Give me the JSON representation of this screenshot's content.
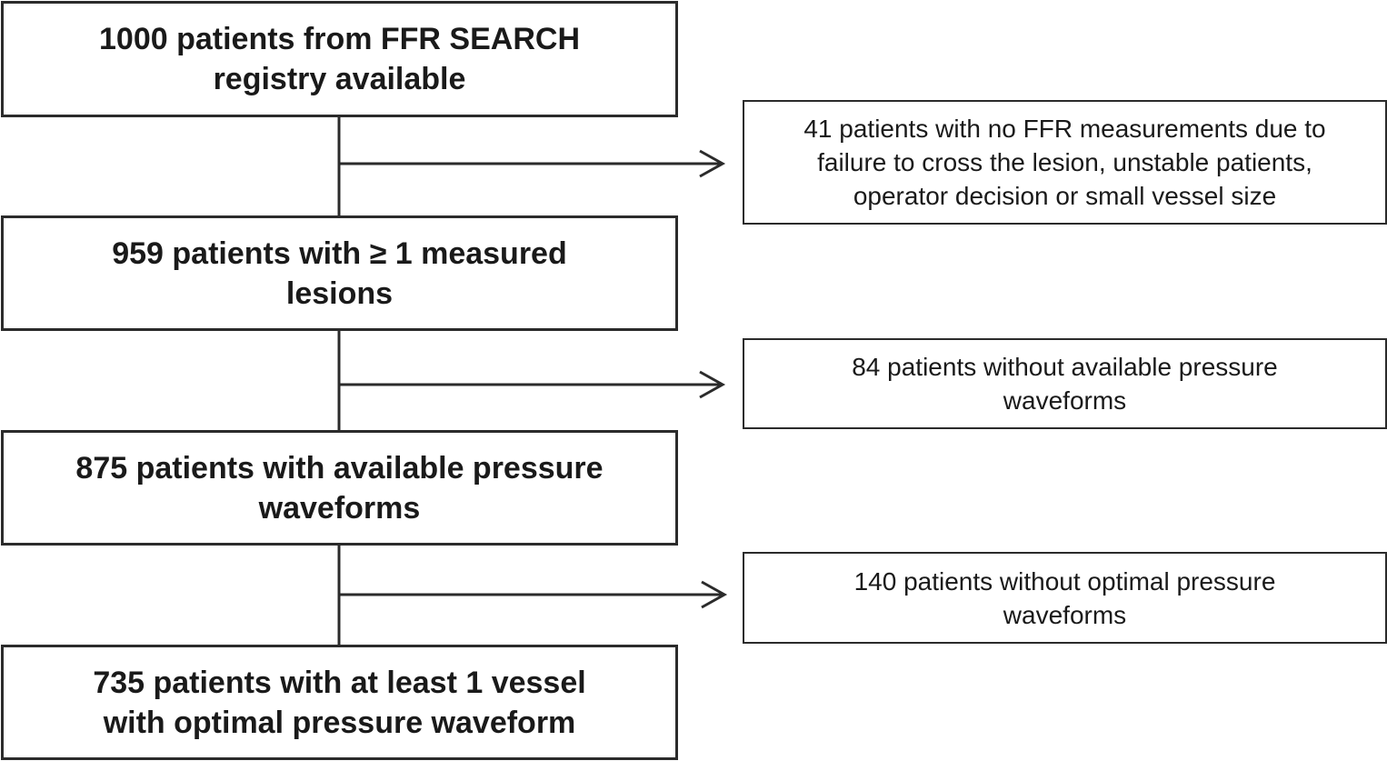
{
  "main_steps": [
    {
      "lines": [
        "1000 patients from FFR SEARCH",
        "registry available"
      ]
    },
    {
      "lines": [
        "959 patients with ≥ 1 measured",
        "lesions"
      ]
    },
    {
      "lines": [
        "875 patients with available pressure",
        "waveforms"
      ]
    },
    {
      "lines": [
        "735 patients with at least 1 vessel",
        "with optimal pressure waveform"
      ]
    }
  ],
  "exclusions": [
    {
      "lines": [
        "41 patients with no FFR measurements due to",
        "failure to cross the lesion, unstable patients,",
        "operator decision or small vessel size"
      ]
    },
    {
      "lines": [
        "84 patients without available pressure",
        "waveforms"
      ]
    },
    {
      "lines": [
        "140 patients without optimal pressure",
        "waveforms"
      ]
    }
  ]
}
